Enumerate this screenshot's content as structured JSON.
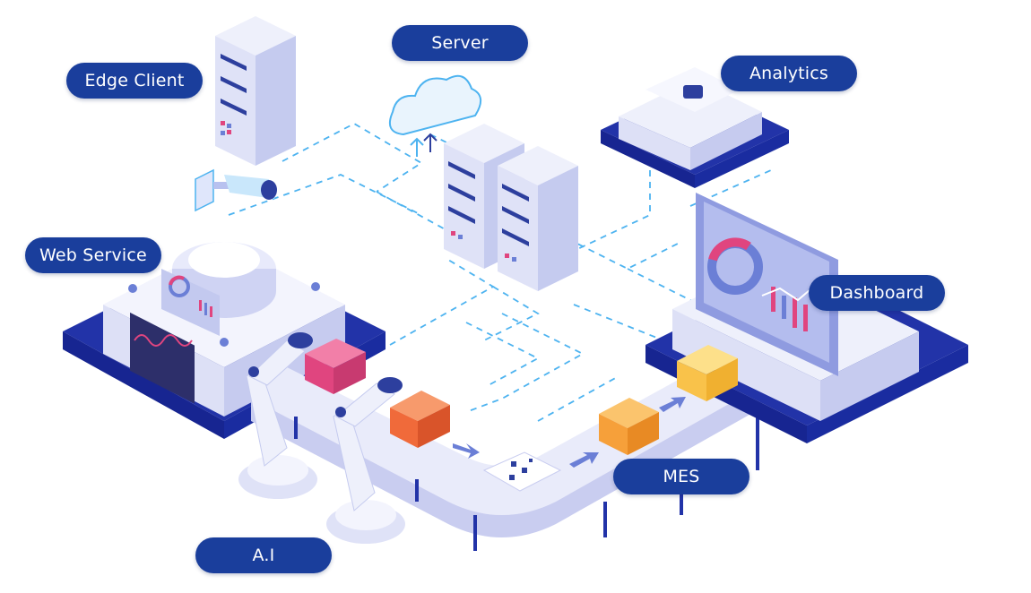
{
  "labels": {
    "edge_client": "Edge Client",
    "server": "Server",
    "analytics": "Analytics",
    "web_service": "Web Service",
    "dashboard": "Dashboard",
    "mes": "MES",
    "ai": "A.I"
  },
  "colors": {
    "label_bg": "#1a3e9c",
    "platform": "#2233a8",
    "machine_light": "#eef0fb",
    "machine_mid": "#c9cdf0",
    "accent_line": "#4db3f0",
    "box_pink": "#e0457f",
    "box_orange": "#f06a3a",
    "box_yellow": "#f6b23a",
    "chart_red": "#e0457f",
    "arrow": "#6b7fd6"
  },
  "icons": [
    "server-rack-icon",
    "cloud-upload-icon",
    "cctv-camera-icon",
    "robot-arm-icon",
    "qr-code-icon",
    "gauge-chart-icon",
    "arrow-icon"
  ]
}
